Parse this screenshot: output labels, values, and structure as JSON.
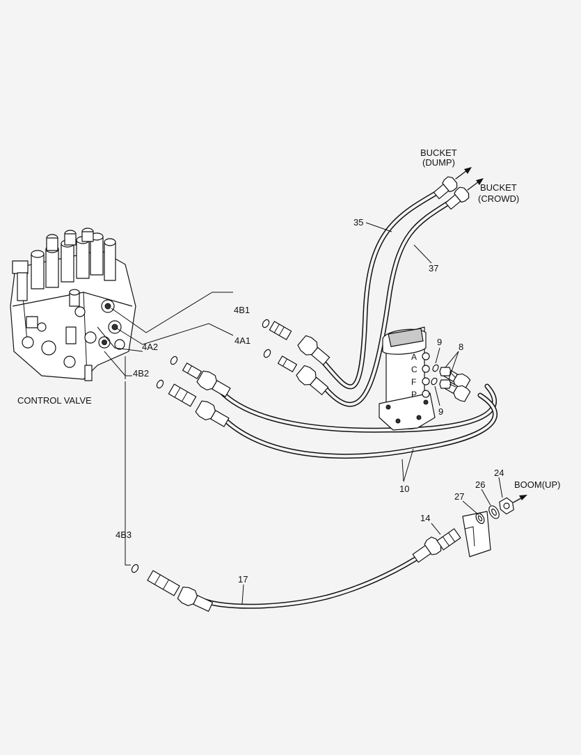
{
  "labels": {
    "control_valve": "CONTROL VALVE",
    "bucket_dump_1": "BUCKET",
    "bucket_dump_2": "(DUMP)",
    "bucket_crowd_1": "BUCKET",
    "bucket_crowd_2": "(CROWD)",
    "boom_up": "BOOM(UP)",
    "port_4b1": "4B1",
    "port_4a1": "4A1",
    "port_4a2": "4A2",
    "port_4b2": "4B2",
    "port_4b3": "4B3",
    "swivel_a": "A",
    "swivel_c": "C",
    "swivel_f": "F",
    "swivel_p": "P"
  },
  "callouts": {
    "c35": "35",
    "c37": "37",
    "c9_top": "9",
    "c9_bottom": "9",
    "c8": "8",
    "c10": "10",
    "c24": "24",
    "c26": "26",
    "c27": "27",
    "c14": "14",
    "c17": "17"
  }
}
